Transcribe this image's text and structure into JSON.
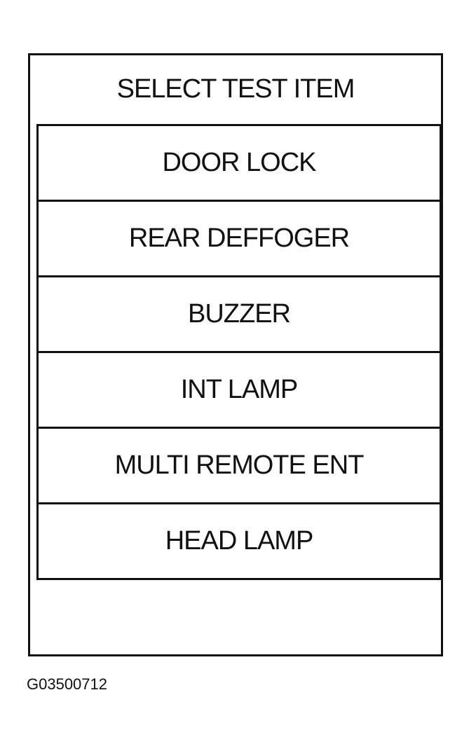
{
  "screen": {
    "title": "SELECT TEST ITEM",
    "items": [
      {
        "label": "DOOR LOCK"
      },
      {
        "label": "REAR DEFFOGER"
      },
      {
        "label": "BUZZER"
      },
      {
        "label": "INT LAMP"
      },
      {
        "label": "MULTI REMOTE ENT"
      },
      {
        "label": "HEAD LAMP"
      }
    ]
  },
  "figure_code": "G03500712"
}
